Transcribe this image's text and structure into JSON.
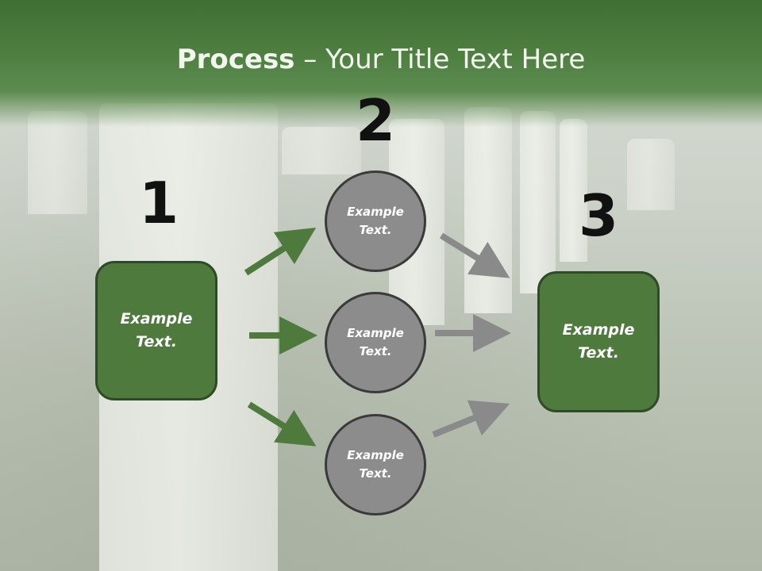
{
  "title": {
    "bold": "Process",
    "rest": " – Your Title Text Here"
  },
  "steps": [
    {
      "number": "1",
      "box_text": "Example\nText."
    },
    {
      "number": "2"
    },
    {
      "number": "3",
      "box_text": "Example\nText."
    }
  ],
  "circles": [
    {
      "text": "Example\nText."
    },
    {
      "text": "Example\nText."
    },
    {
      "text": "Example\nText."
    }
  ],
  "colors": {
    "accent_green": "#4f7a3e",
    "header_green": "#4f8042",
    "circle_gray": "#8c8c8c",
    "arrow_green": "#4f7a3e",
    "arrow_gray": "#8a8a8a"
  }
}
